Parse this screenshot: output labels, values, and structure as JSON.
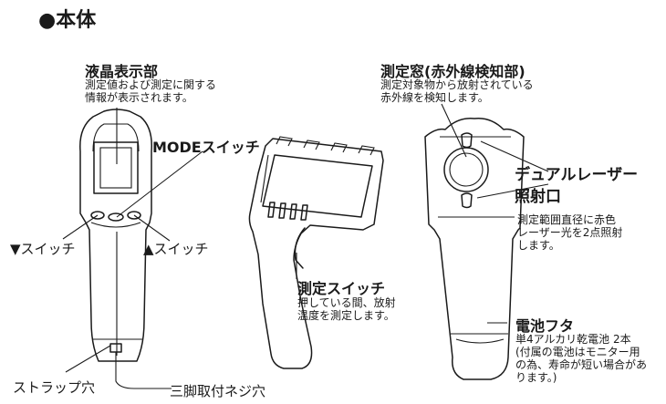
{
  "heading": "●本体",
  "lcd": {
    "title": "液晶表示部",
    "desc": "測定値および測定に関する\n情報が表示されます。"
  },
  "mode_switch": {
    "title": "MODEスイッチ"
  },
  "down_switch": {
    "title": "▼スイッチ"
  },
  "up_switch": {
    "title": "▲スイッチ"
  },
  "sensor_window": {
    "title": "測定窓(赤外線検知部)",
    "desc": "測定対象物から放射されている\n赤外線を検知します。"
  },
  "laser": {
    "title": "デュアルレーザー\n照射口",
    "desc": "測定範囲直径に赤色\nレーザー光を2点照射\nします。"
  },
  "trigger": {
    "title": "測定スイッチ",
    "desc": "押している間、放射\n温度を測定します。"
  },
  "battery_cover": {
    "title": "電池フタ",
    "desc": "単4アルカリ乾電池 2本\n(付属の電池はモニター用\nの為、寿命が短い場合があ\nります。)"
  },
  "strap_hole": {
    "title": "ストラップ穴"
  },
  "tripod_hole": {
    "title": "三脚取付ネジ穴"
  }
}
